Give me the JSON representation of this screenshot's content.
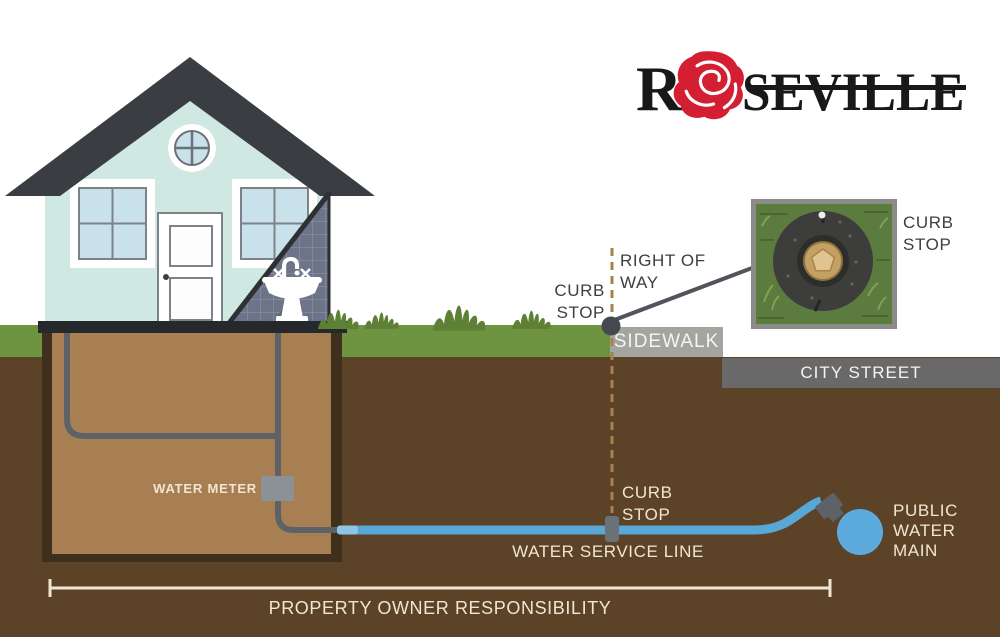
{
  "logo": {
    "prefix": "R",
    "suffix": "SEVILLE"
  },
  "labels": {
    "curb_stop_surface": {
      "line1": "CURB",
      "line2": "STOP"
    },
    "right_of_way": {
      "line1": "RIGHT OF",
      "line2": "WAY"
    },
    "sidewalk": "SIDEWALK",
    "city_street": "CITY STREET",
    "curb_stop_photo": {
      "line1": "CURB",
      "line2": "STOP"
    },
    "curb_stop_underground": {
      "line1": "CURB",
      "line2": "STOP"
    },
    "water_meter": "WATER METER",
    "water_service_line": "WATER SERVICE LINE",
    "public_water_main": {
      "line1": "PUBLIC",
      "line2": "WATER",
      "line3": "MAIN"
    },
    "property_owner_responsibility": "PROPERTY OWNER RESPONSIBILITY"
  },
  "icons": {
    "rose": "rose-icon",
    "house": "house-illustration",
    "sink": "sink-icon",
    "curb_stop_photo": "curb-stop-photo",
    "water_main": "public-water-main-icon",
    "curb_stop_marker": "curb-stop-marker-dot"
  },
  "colors": {
    "rose_red": "#d41f33",
    "logo_black": "#17181a",
    "grass_green": "#6f9441",
    "grass_tuft_green": "#5d8035",
    "soil_brown": "#5c4227",
    "basement_brown": "#a87f53",
    "basement_border": "#3f2f1d",
    "house_wall_teal": "#cfe8e1",
    "roof_charcoal": "#3a3d41",
    "tile_blue_gray": "#6d7488",
    "pipe_gray": "#5c6268",
    "water_blue": "#57a7d7",
    "dashed_line_tan": "#a9814e",
    "sidewalk_gray": "#a4a4a1",
    "street_gray": "#696969",
    "label_dark": "#3b4045",
    "label_cream": "#f0e6d2"
  }
}
